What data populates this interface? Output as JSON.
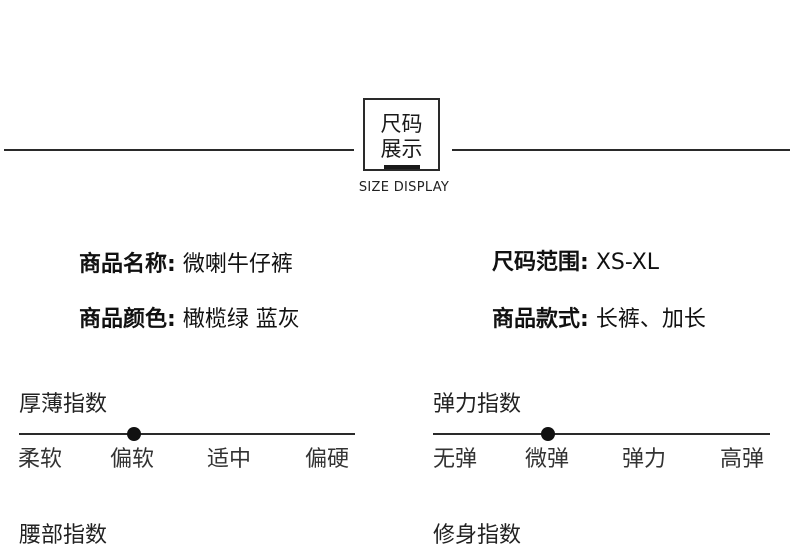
{
  "header": {
    "title_line1": "尺码",
    "title_line2": "展示",
    "subtitle": "SIZE DISPLAY"
  },
  "product": {
    "name_label": "商品名称:",
    "name_value": "微喇牛仔裤",
    "color_label": "商品颜色:",
    "color_value": "橄榄绿 蓝灰",
    "size_label": "尺码范围:",
    "size_value": "XS-XL",
    "style_label": "商品款式:",
    "style_value": "长裤、加长"
  },
  "scales": {
    "thickness": {
      "title": "厚薄指数",
      "options": [
        "柔软",
        "偏软",
        "适中",
        "偏硬"
      ],
      "selected": "偏软"
    },
    "elasticity": {
      "title": "弹力指数",
      "options": [
        "无弹",
        "微弹",
        "弹力",
        "高弹"
      ],
      "selected": "微弹"
    },
    "waist": {
      "title": "腰部指数"
    },
    "fit": {
      "title": "修身指数"
    }
  }
}
